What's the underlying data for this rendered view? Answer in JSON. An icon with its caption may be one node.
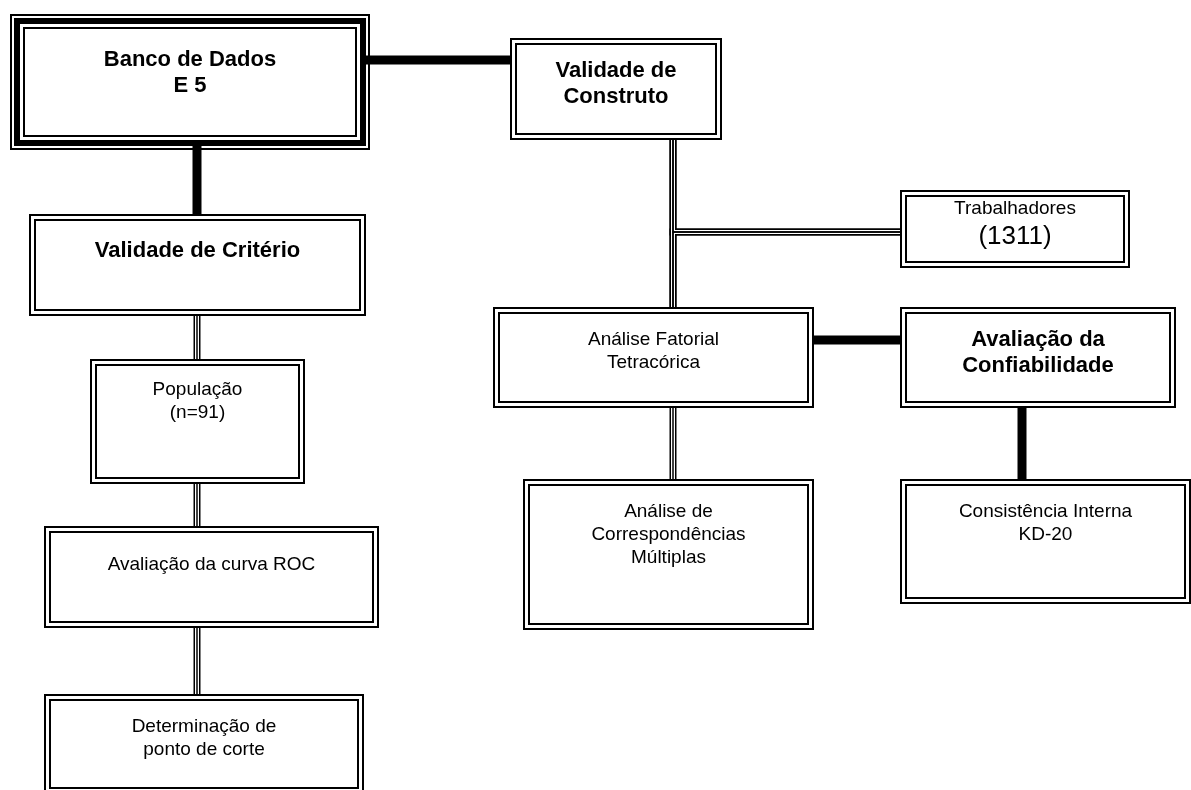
{
  "diagram": {
    "nodes": [
      {
        "text": [
          "Banco de Dados E 5"
        ]
      },
      {
        "text": [
          "Validade de Construto"
        ]
      },
      {
        "text": [
          "Validade de Critério"
        ]
      },
      {
        "text": [
          "Trabalhadores",
          "(1311)"
        ]
      },
      {
        "text": [
          "População (n=91)"
        ]
      },
      {
        "text": [
          "Análise Fatorial Tetracórica"
        ]
      },
      {
        "text": [
          "Avaliação da Confiabilidade"
        ]
      },
      {
        "text": [
          "Avaliação da curva ROC"
        ]
      },
      {
        "text": [
          "Análise de Correspondências Múltiplas"
        ]
      },
      {
        "text": [
          "Consistência Interna KD-20"
        ]
      },
      {
        "text": [
          "Determinação de ponto de corte"
        ]
      }
    ],
    "edges": [
      {
        "from": 0,
        "to": 1,
        "arrow": "none",
        "style": "thick"
      },
      {
        "from": 0,
        "to": 2,
        "arrow": "none",
        "style": "thick"
      },
      {
        "from": 1,
        "to": 5,
        "arrow": "none"
      },
      {
        "from": 3,
        "to": 5,
        "arrow": "none"
      },
      {
        "from": 2,
        "to": 4,
        "arrow": "none"
      },
      {
        "from": 5,
        "to": 6,
        "arrow": "none",
        "style": "thick"
      },
      {
        "from": 4,
        "to": 7,
        "arrow": "none"
      },
      {
        "from": 5,
        "to": 8,
        "arrow": "none"
      },
      {
        "from": 6,
        "to": 9,
        "arrow": "none",
        "style": "thick"
      },
      {
        "from": 7,
        "to": 10,
        "arrow": "none"
      },
      {
        "from": 1,
        "to": 3,
        "arrow": "none"
      }
    ]
  }
}
